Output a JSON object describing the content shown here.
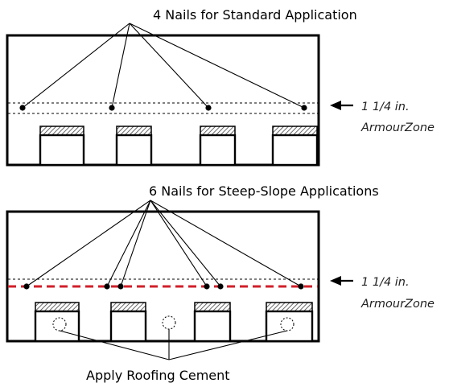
{
  "panel_top": {
    "title": "4 Nails for Standard Application",
    "zone_label_line1": "1 1/4 in.",
    "zone_label_line2": "ArmourZone",
    "nail_count": 4
  },
  "panel_bottom": {
    "title": "6 Nails for Steep-Slope Applications",
    "zone_label_line1": "1 1/4 in.",
    "zone_label_line2": "ArmourZone",
    "nail_count": 6,
    "cement_spots": 3
  },
  "caption": "Apply Roofing Cement",
  "colors": {
    "line": "#000000",
    "nail_line_steep": "#d0202b",
    "hatch": "#555555"
  },
  "icons": {
    "arrow": "left-arrow-icon",
    "nail": "nail-dot-icon",
    "cement": "cement-spot-icon"
  }
}
